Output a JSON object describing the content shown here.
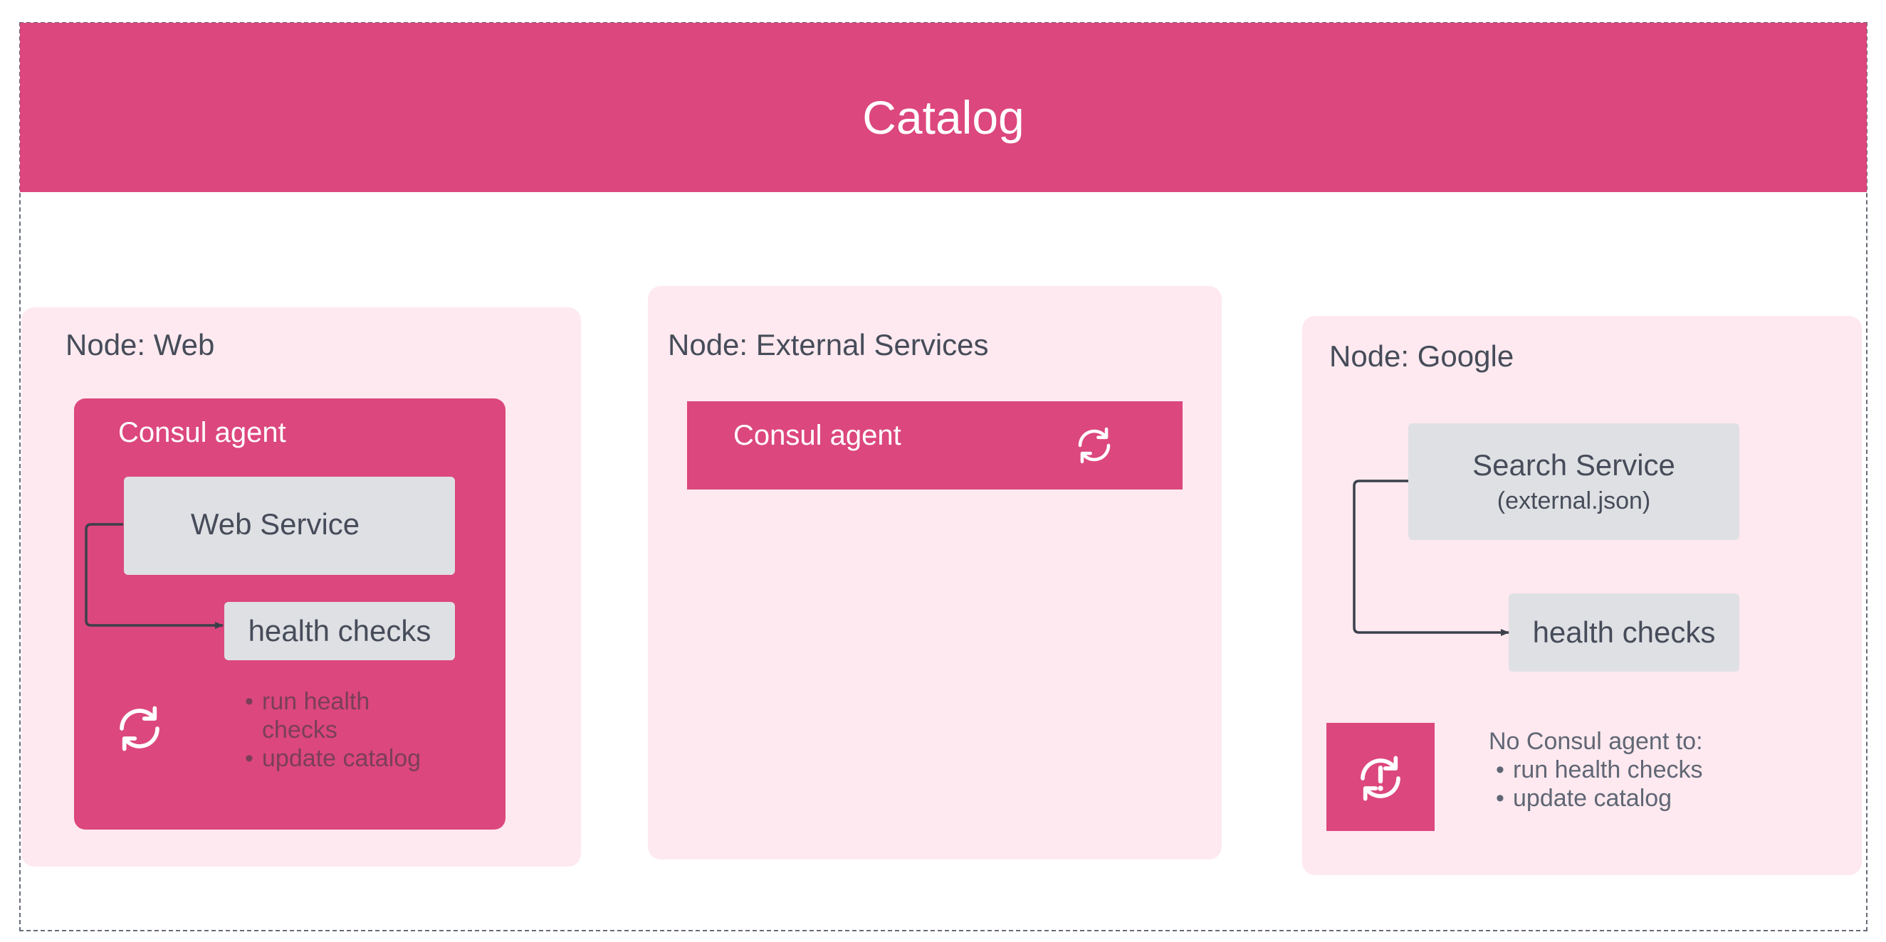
{
  "catalog": {
    "title": "Catalog"
  },
  "nodes": {
    "web": {
      "label": "Node: Web",
      "agent_label": "Consul agent",
      "service_label": "Web Service",
      "health_checks_label": "health checks",
      "agent_tasks": [
        "run health checks",
        "update catalog"
      ]
    },
    "external": {
      "label": "Node: External Services",
      "agent_label": "Consul agent"
    },
    "google": {
      "label": "Node: Google",
      "service_label": "Search Service",
      "service_sublabel": "(external.json)",
      "health_checks_label": "health checks",
      "note_title": "No Consul agent to:",
      "note_items": [
        "run health checks",
        "update catalog"
      ]
    }
  },
  "icons": {
    "web_agent": "sync-icon",
    "external_agent": "sync-icon",
    "google_missing_agent": "sync-alert-icon"
  },
  "colors": {
    "accent": "#dc477d",
    "node_background": "#fde9ef",
    "service_box": "#dfe0e4",
    "text": "#464c59",
    "connector": "#3b404b"
  }
}
